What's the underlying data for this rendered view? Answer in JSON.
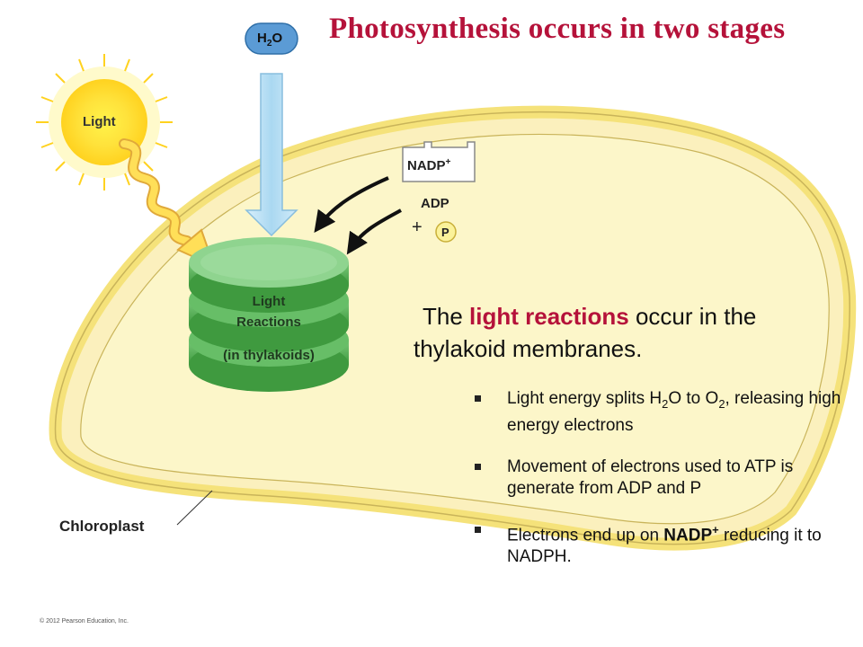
{
  "title": "Photosynthesis occurs in two stages",
  "labels": {
    "water_base": "H",
    "water_sub": "2",
    "water_tail": "O",
    "light": "Light",
    "nadp_base": "NADP",
    "nadp_sup": "+",
    "adp": "ADP",
    "plus": "+",
    "phosphate": "P",
    "stack_line1": "Light",
    "stack_line2": "Reactions",
    "stack_line3": "(in thylakoids)",
    "chloroplast": "Chloroplast"
  },
  "main_text": {
    "part1": "The ",
    "highlight": "light reactions",
    "part2": " occur in the thylakoid membranes."
  },
  "bullets": {
    "b1": {
      "t1": "Light energy splits H",
      "s1": "2",
      "t2": "O to O",
      "s2": "2",
      "t3": ", releasing high energy electrons"
    },
    "b2": {
      "t1": "Movement of electrons used to ATP is generate from ADP and P"
    },
    "b3": {
      "t1": "Electrons end up on ",
      "bold": "NADP",
      "sup": "+",
      "t2": " reducing it to NADPH."
    }
  },
  "copyright": "© 2012 Pearson Education, Inc.",
  "colors": {
    "title": "#b5123a",
    "chloroplast_fill": "#fcf4b8",
    "chloroplast_outline": "#f4df6a",
    "thylakoid_green": "#5cb85c",
    "water_badge": "#5b9bd5",
    "arrow_blue": "#bfe2f5",
    "phosphate_fill": "#fbf29a"
  },
  "icons": [
    "sun-icon",
    "light-wave-arrow-icon",
    "water-arrow-icon",
    "curved-arrow-icon"
  ]
}
